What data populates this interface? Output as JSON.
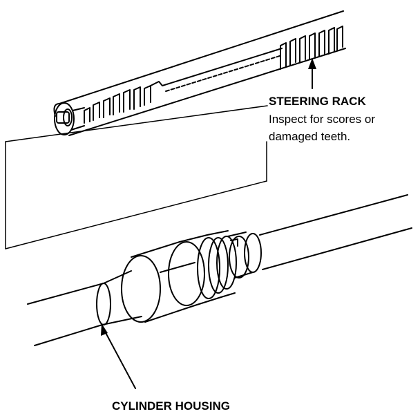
{
  "labels": {
    "steering_rack": {
      "title": "STEERING RACK",
      "note_line1": "Inspect for scores or",
      "note_line2": "damaged teeth."
    },
    "cylinder_housing": {
      "title": "CYLINDER HOUSING"
    }
  },
  "colors": {
    "ink": "#000000",
    "paper": "#ffffff"
  }
}
